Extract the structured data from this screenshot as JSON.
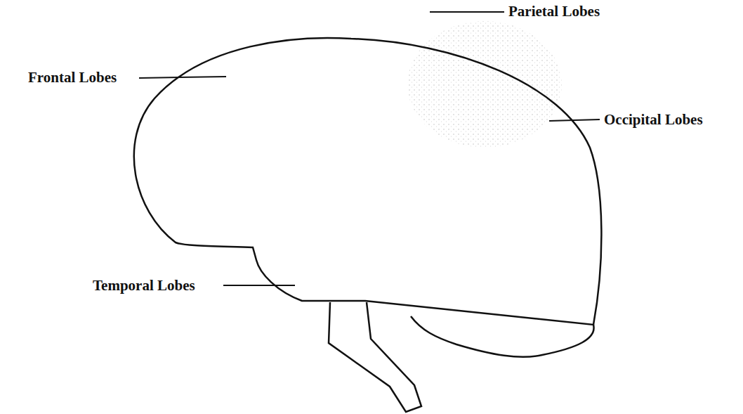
{
  "diagram": {
    "labels": [
      "Parietal Lobes",
      "Frontal Lobes",
      "Occipital Lobes",
      "Temporal Lobes"
    ]
  }
}
